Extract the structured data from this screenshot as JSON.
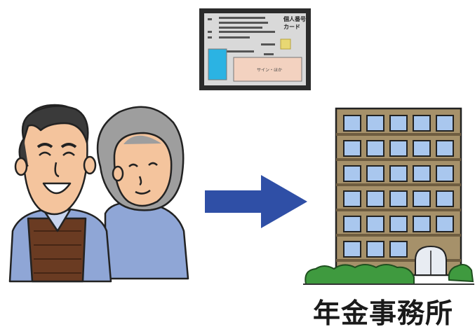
{
  "card": {
    "title_line1": "個人番号",
    "title_line2": "カード",
    "signature_field": "サイン・ほか"
  },
  "destination": {
    "label": "年金事務所"
  },
  "colors": {
    "card_frame": "#2b2b2b",
    "card_face": "#d9d9d9",
    "card_photo": "#2bb3e3",
    "card_sign_box": "#f3d2c0",
    "arrow": "#2f4fa6",
    "building": "#a6916a",
    "building_dark": "#6f5d40",
    "window": "#a9c7ee",
    "shrub": "#3f9a3f",
    "skin": "#f4c49d",
    "hair_grey": "#9e9e9e",
    "hair_dark": "#3a3a3a",
    "sweater": "#6a3b22",
    "shirt_blue": "#8fa6d6"
  }
}
